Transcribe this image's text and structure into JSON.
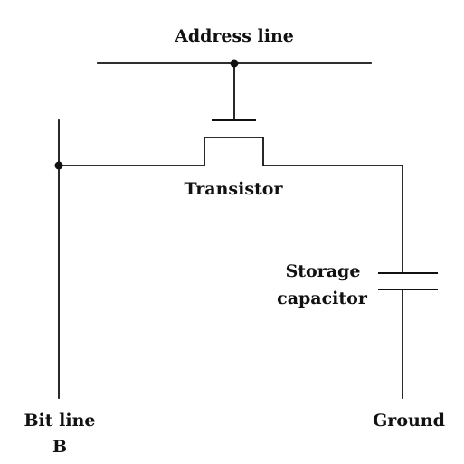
{
  "diagram": {
    "labels": {
      "address_line": "Address line",
      "transistor": "Transistor",
      "storage_capacitor_line1": "Storage",
      "storage_capacitor_line2": "capacitor",
      "bit_line_line1": "Bit line",
      "bit_line_line2": "B",
      "ground": "Ground"
    },
    "colors": {
      "ink": "#111111",
      "background": "#ffffff"
    }
  }
}
